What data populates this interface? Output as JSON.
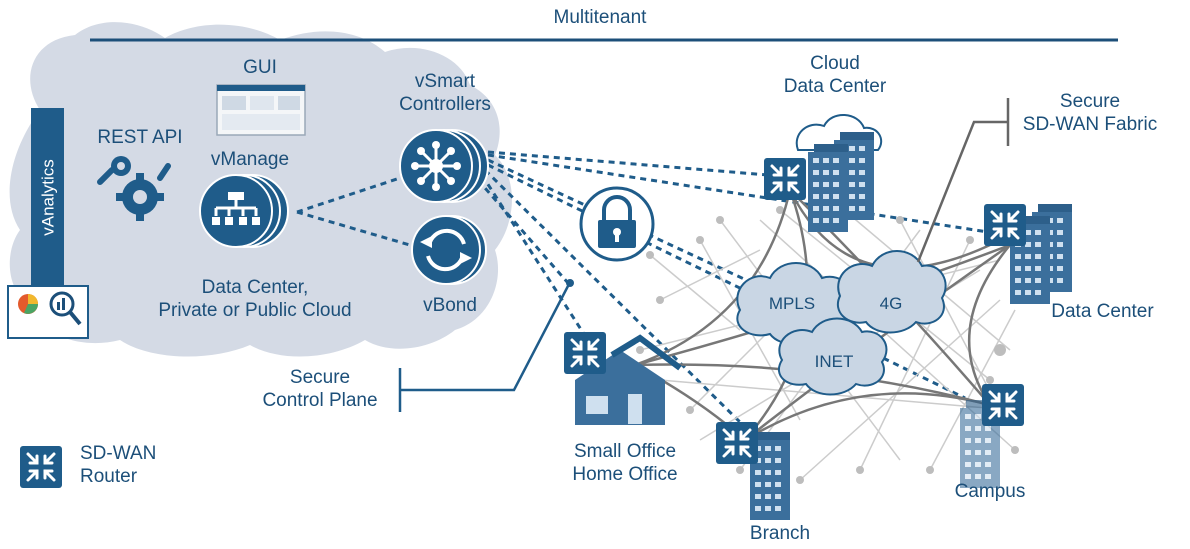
{
  "banner": {
    "label": "Multitenant"
  },
  "controller_cloud": {
    "vanalytics_label": "vAnalytics",
    "gui_label": "GUI",
    "rest_api_label": "REST API",
    "vmanage_label": "vManage",
    "location_label": "Data Center,\nPrivate or Public Cloud",
    "vsmart_label": "vSmart\nControllers",
    "vbond_label": "vBond"
  },
  "secure_control_plane_label": "Secure\nControl Plane",
  "secure_fabric_label": "Secure\nSD-WAN Fabric",
  "transports": {
    "mpls": "MPLS",
    "fourg": "4G",
    "inet": "INET"
  },
  "sites": {
    "cloud_dc": "Cloud\nData Center",
    "data_center": "Data Center",
    "small_office": "Small Office\nHome Office",
    "branch": "Branch",
    "campus": "Campus"
  },
  "legend": {
    "router_label": "SD-WAN\nRouter"
  },
  "colors": {
    "primary": "#1c4f79",
    "router_fill": "#1f5c8a",
    "cloud_fill": "#d4dae5",
    "transport_cloud": "#c9d6e4",
    "control_line": "#1f5c8a",
    "fabric_line": "#666666",
    "mesh_line": "#c8c8c8"
  }
}
